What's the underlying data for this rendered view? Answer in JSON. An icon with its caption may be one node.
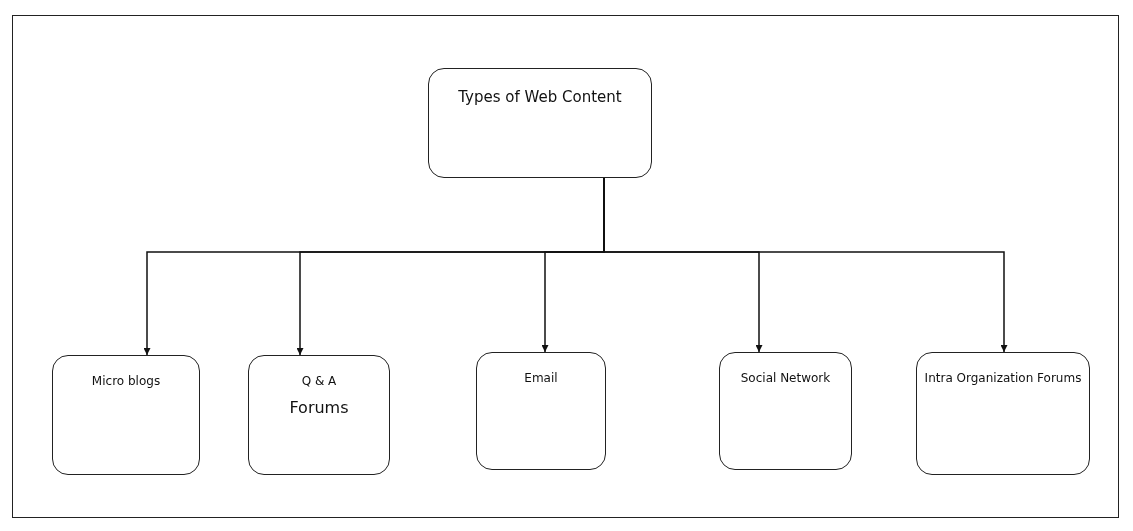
{
  "diagram": {
    "nodes": [
      {
        "text": [
          "Types of Web Content"
        ]
      },
      {
        "text": [
          "Micro blogs"
        ]
      },
      {
        "text": [
          "Q & A",
          "Forums"
        ]
      },
      {
        "text": [
          "Email"
        ]
      },
      {
        "text": [
          "Social Network"
        ]
      },
      {
        "text": [
          "Intra Organization Forums"
        ]
      }
    ],
    "edges": [
      {
        "from": 0,
        "to": 1,
        "arrow": "to"
      },
      {
        "from": 0,
        "to": 2,
        "arrow": "to"
      },
      {
        "from": 0,
        "to": 3,
        "arrow": "to"
      },
      {
        "from": 0,
        "to": 4,
        "arrow": "to"
      },
      {
        "from": 0,
        "to": 5,
        "arrow": "to"
      }
    ]
  }
}
